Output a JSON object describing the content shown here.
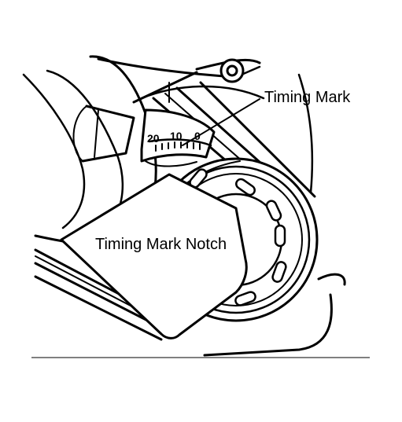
{
  "labels": {
    "timing_mark": "Timing Mark",
    "timing_mark_notch": "Timing Mark Notch"
  },
  "scale": {
    "numbers": [
      "20",
      "10",
      "0"
    ]
  },
  "colors": {
    "ink": "#000000",
    "paper": "#ffffff"
  }
}
